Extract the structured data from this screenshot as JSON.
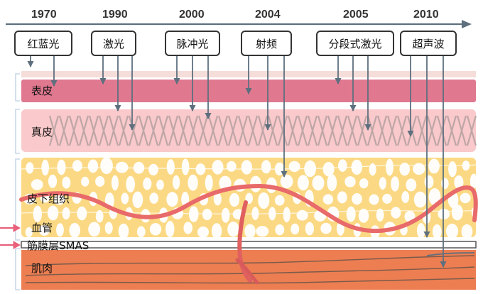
{
  "timeline": {
    "years": [
      "1970",
      "1990",
      "2000",
      "2004",
      "2005",
      "2010"
    ]
  },
  "technologies": [
    "红蓝光",
    "激光",
    "脉冲光",
    "射频",
    "分段式激光",
    "超声波"
  ],
  "layers": {
    "epidermis": "表皮",
    "dermis": "真皮",
    "subcutaneous": "皮下组织",
    "vessel": "血管",
    "smas": "筋膜层SMAS",
    "muscle": "肌肉"
  },
  "colors": {
    "epidermis": "#e07890",
    "dermis": "#f9c9cb",
    "fat": "#fbd984",
    "vessel": "#e86a6a",
    "muscle": "#ec7e52",
    "arrow": "#5e6f7e"
  }
}
